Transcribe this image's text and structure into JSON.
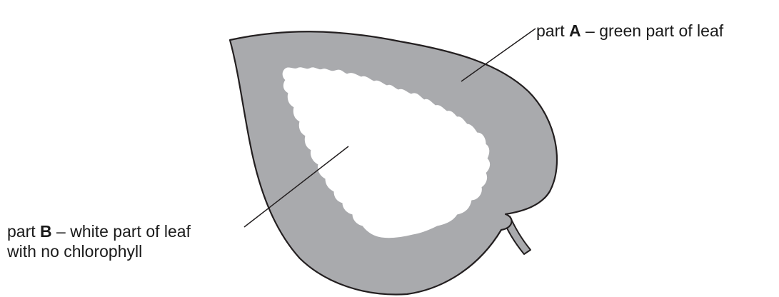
{
  "colors": {
    "leaf_green_part": "#a9aaad",
    "leaf_white_part": "#ffffff",
    "outline": "#231f20"
  },
  "labels": {
    "part_a": {
      "prefix": "part ",
      "letter": "A",
      "suffix": " – green part of leaf"
    },
    "part_b": {
      "prefix": "part ",
      "letter": "B",
      "suffix": " – white part of leaf",
      "line2": "with no chlorophyll"
    }
  }
}
